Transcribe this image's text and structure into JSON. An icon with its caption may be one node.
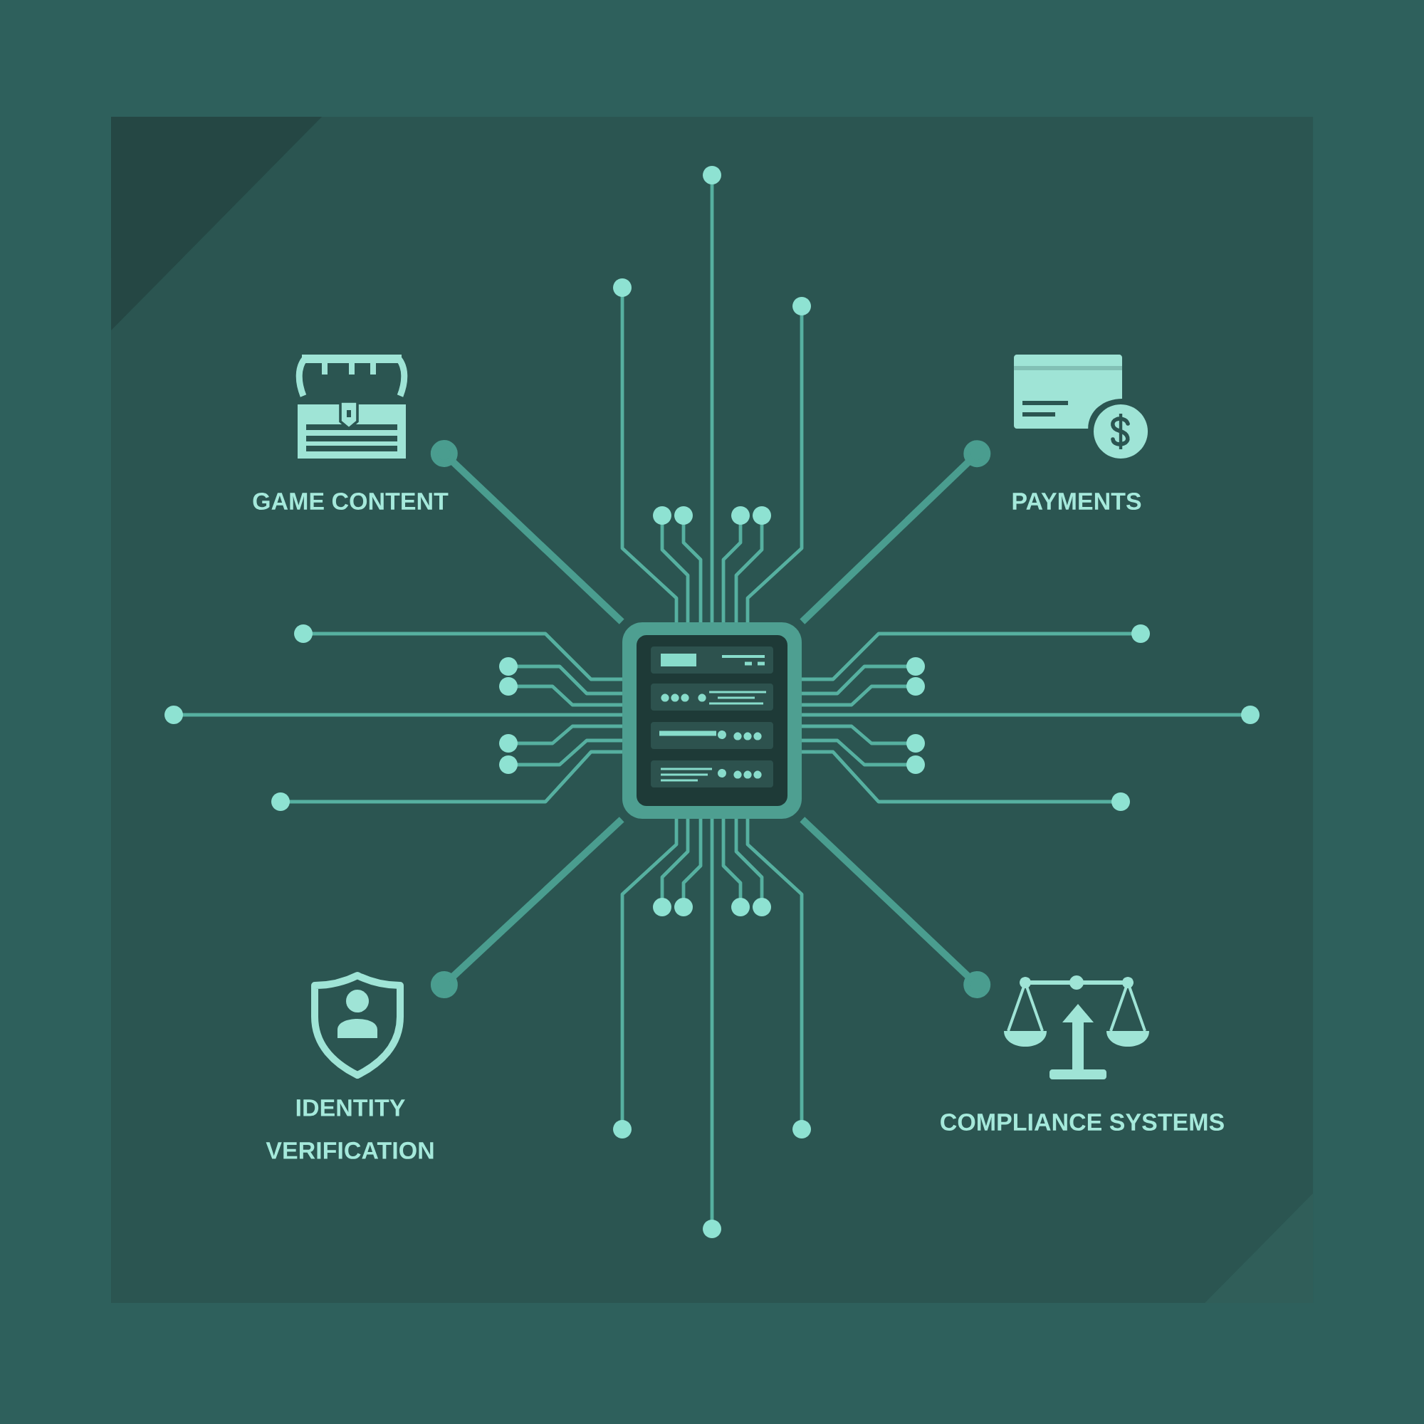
{
  "diagram": {
    "nodes": [
      {
        "text": [
          "GAME CONTENT"
        ]
      },
      {
        "text": [
          "PAYMENTS"
        ]
      },
      {
        "text": [],
        "shape": "picture"
      },
      {
        "text": [
          "IDENTITY VERIFICATION"
        ]
      },
      {
        "text": [
          "COMPLIANCE SYSTEMS"
        ]
      }
    ],
    "edges": [
      {
        "from": 2,
        "to": 0,
        "arrow": "other"
      },
      {
        "from": 2,
        "to": 1,
        "arrow": "other"
      },
      {
        "from": 2,
        "to": 3,
        "arrow": "other"
      },
      {
        "from": 2,
        "to": 4,
        "arrow": "other"
      }
    ]
  }
}
